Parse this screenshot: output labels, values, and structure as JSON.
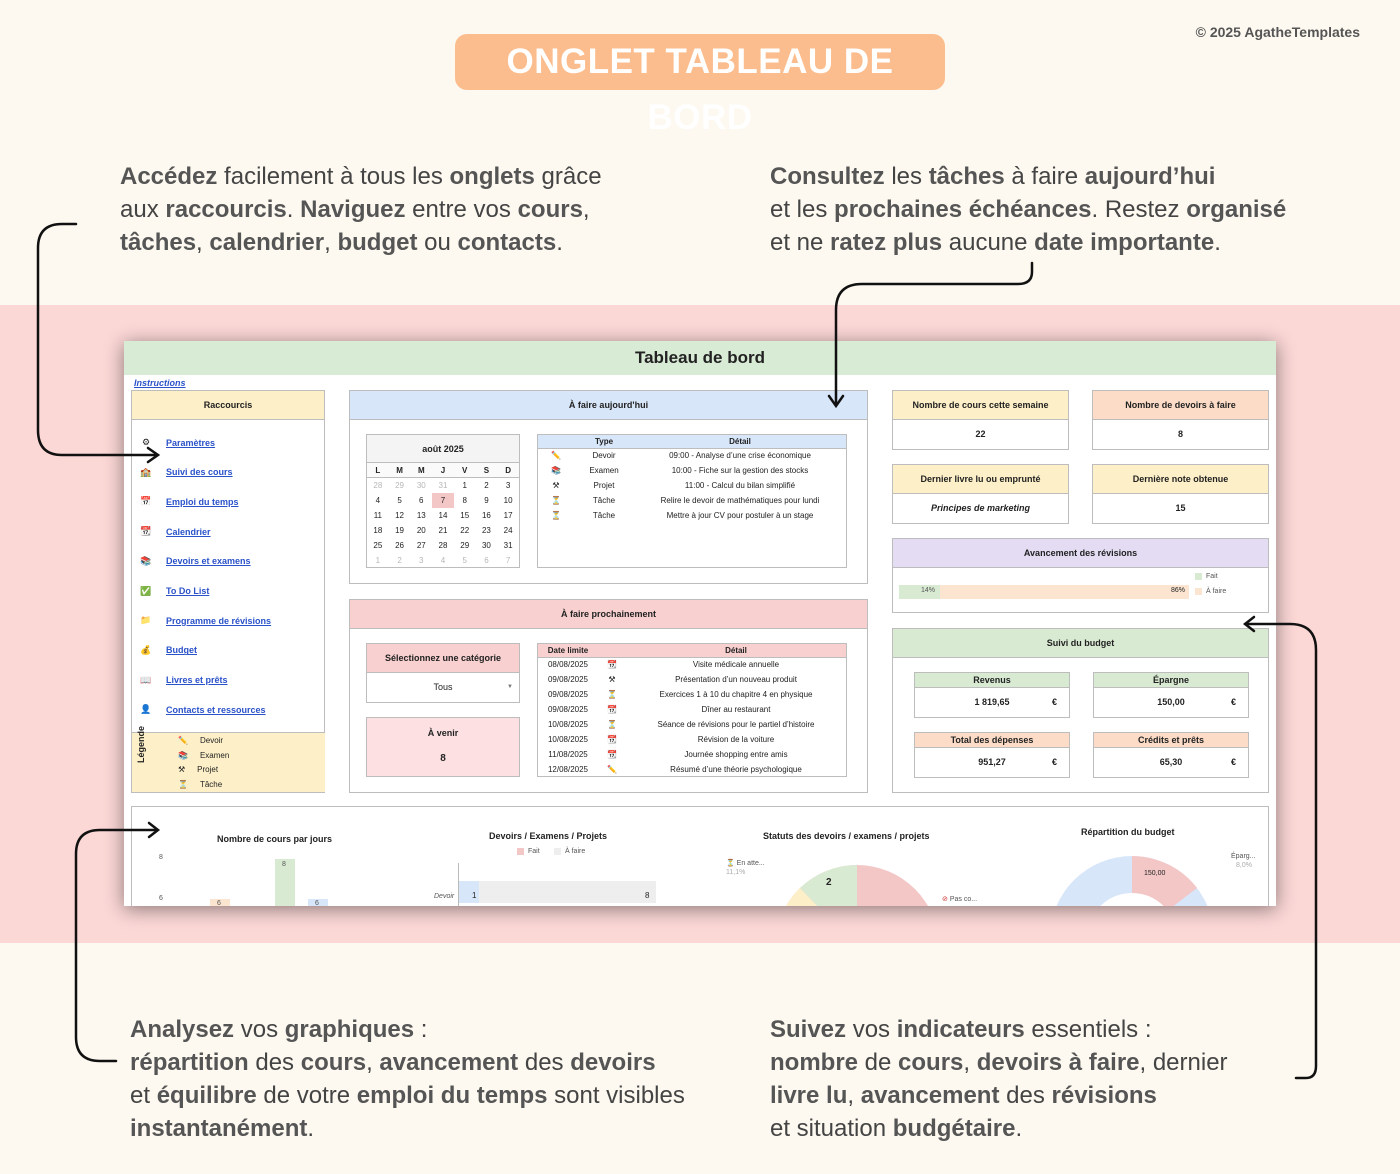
{
  "page": {
    "title": "ONGLET TABLEAU DE BORD",
    "copyright": "© 2025 AgatheTemplates"
  },
  "callouts": {
    "top_left": [
      {
        "t": "Accédez",
        "b": true
      },
      {
        "t": " facilement à tous les ",
        "b": false
      },
      {
        "t": "onglets",
        "b": true
      },
      {
        "t": " grâce",
        "b": false
      },
      {
        "t": "\n",
        "b": false
      },
      {
        "t": "aux ",
        "b": false
      },
      {
        "t": "raccourcis",
        "b": true
      },
      {
        "t": ". ",
        "b": false
      },
      {
        "t": "Naviguez",
        "b": true
      },
      {
        "t": " entre vos ",
        "b": false
      },
      {
        "t": "cours",
        "b": true
      },
      {
        "t": ",",
        "b": false
      },
      {
        "t": "\n",
        "b": false
      },
      {
        "t": "tâches",
        "b": true
      },
      {
        "t": ", ",
        "b": false
      },
      {
        "t": "calendrier",
        "b": true
      },
      {
        "t": ", ",
        "b": false
      },
      {
        "t": "budget",
        "b": true
      },
      {
        "t": " ou ",
        "b": false
      },
      {
        "t": "contacts",
        "b": true
      },
      {
        "t": ".",
        "b": false
      }
    ],
    "top_right": [
      {
        "t": "Consultez",
        "b": true
      },
      {
        "t": " les ",
        "b": false
      },
      {
        "t": "tâches",
        "b": true
      },
      {
        "t": " à faire ",
        "b": false
      },
      {
        "t": "aujourd’hui",
        "b": true
      },
      {
        "t": "\n",
        "b": false
      },
      {
        "t": "et les ",
        "b": false
      },
      {
        "t": "prochaines échéances",
        "b": true
      },
      {
        "t": ". Restez ",
        "b": false
      },
      {
        "t": "organisé",
        "b": true
      },
      {
        "t": "\n",
        "b": false
      },
      {
        "t": "et ne ",
        "b": false
      },
      {
        "t": "ratez plus",
        "b": true
      },
      {
        "t": " aucune ",
        "b": false
      },
      {
        "t": "date importante",
        "b": true
      },
      {
        "t": ".",
        "b": false
      }
    ],
    "bottom_left": [
      {
        "t": "Analysez",
        "b": true
      },
      {
        "t": " vos ",
        "b": false
      },
      {
        "t": "graphiques",
        "b": true
      },
      {
        "t": " :",
        "b": false
      },
      {
        "t": "\n",
        "b": false
      },
      {
        "t": "répartition",
        "b": true
      },
      {
        "t": " des ",
        "b": false
      },
      {
        "t": "cours",
        "b": true
      },
      {
        "t": ", ",
        "b": false
      },
      {
        "t": "avancement",
        "b": true
      },
      {
        "t": " des ",
        "b": false
      },
      {
        "t": "devoirs",
        "b": true
      },
      {
        "t": "\n",
        "b": false
      },
      {
        "t": "et ",
        "b": false
      },
      {
        "t": "équilibre",
        "b": true
      },
      {
        "t": " de votre ",
        "b": false
      },
      {
        "t": "emploi du temps",
        "b": true
      },
      {
        "t": " sont visibles",
        "b": false
      },
      {
        "t": "\n",
        "b": false
      },
      {
        "t": "instantanément",
        "b": true
      },
      {
        "t": ".",
        "b": false
      }
    ],
    "bottom_right": [
      {
        "t": "Suivez",
        "b": true
      },
      {
        "t": " vos ",
        "b": false
      },
      {
        "t": "indicateurs",
        "b": true
      },
      {
        "t": " essentiels :",
        "b": false
      },
      {
        "t": "\n",
        "b": false
      },
      {
        "t": "nombre",
        "b": true
      },
      {
        "t": " de ",
        "b": false
      },
      {
        "t": "cours",
        "b": true
      },
      {
        "t": ", ",
        "b": false
      },
      {
        "t": "devoirs à faire",
        "b": true
      },
      {
        "t": ", dernier",
        "b": false
      },
      {
        "t": "\n",
        "b": false
      },
      {
        "t": "livre lu",
        "b": true
      },
      {
        "t": ", ",
        "b": false
      },
      {
        "t": "avancement",
        "b": true
      },
      {
        "t": " des ",
        "b": false
      },
      {
        "t": "révisions",
        "b": true
      },
      {
        "t": "\n",
        "b": false
      },
      {
        "t": "et situation ",
        "b": false
      },
      {
        "t": "budgétaire",
        "b": true
      },
      {
        "t": ".",
        "b": false
      }
    ]
  },
  "sheet": {
    "title": "Tableau de bord",
    "instructions_link": "Instructions",
    "shortcuts": {
      "title": "Raccourcis",
      "items": [
        {
          "label": "Paramètres",
          "icon": "⚙"
        },
        {
          "label": "Suivi des cours",
          "icon": "🏫"
        },
        {
          "label": "Emploi du temps",
          "icon": "📅"
        },
        {
          "label": "Calendrier",
          "icon": "📆"
        },
        {
          "label": "Devoirs et examens",
          "icon": "📚"
        },
        {
          "label": "To Do List",
          "icon": "✅"
        },
        {
          "label": "Programme de révisions",
          "icon": "📁"
        },
        {
          "label": "Budget",
          "icon": "💰"
        },
        {
          "label": "Livres et prêts",
          "icon": "📖"
        },
        {
          "label": "Contacts et ressources",
          "icon": "👤"
        }
      ]
    },
    "legend": {
      "title": "Légende",
      "items": [
        {
          "icon": "✏️",
          "label": "Devoir"
        },
        {
          "icon": "📚",
          "label": "Examen"
        },
        {
          "icon": "⚒",
          "label": "Projet"
        },
        {
          "icon": "⏳",
          "label": "Tâche"
        }
      ]
    },
    "today": {
      "title": "À faire aujourd'hui",
      "calendar": {
        "month": "août 2025",
        "days": [
          "L",
          "M",
          "M",
          "J",
          "V",
          "S",
          "D"
        ],
        "cells": [
          {
            "d": "28",
            "m": true
          },
          {
            "d": "29",
            "m": true
          },
          {
            "d": "30",
            "m": true
          },
          {
            "d": "31",
            "m": true
          },
          {
            "d": "1"
          },
          {
            "d": "2"
          },
          {
            "d": "3"
          },
          {
            "d": "4"
          },
          {
            "d": "5"
          },
          {
            "d": "6"
          },
          {
            "d": "7",
            "t": true
          },
          {
            "d": "8"
          },
          {
            "d": "9"
          },
          {
            "d": "10"
          },
          {
            "d": "11"
          },
          {
            "d": "12"
          },
          {
            "d": "13"
          },
          {
            "d": "14"
          },
          {
            "d": "15"
          },
          {
            "d": "16"
          },
          {
            "d": "17"
          },
          {
            "d": "18"
          },
          {
            "d": "19"
          },
          {
            "d": "20"
          },
          {
            "d": "21"
          },
          {
            "d": "22"
          },
          {
            "d": "23"
          },
          {
            "d": "24"
          },
          {
            "d": "25"
          },
          {
            "d": "26"
          },
          {
            "d": "27"
          },
          {
            "d": "28"
          },
          {
            "d": "29"
          },
          {
            "d": "30"
          },
          {
            "d": "31"
          },
          {
            "d": "1",
            "m": true
          },
          {
            "d": "2",
            "m": true
          },
          {
            "d": "3",
            "m": true
          },
          {
            "d": "4",
            "m": true
          },
          {
            "d": "5",
            "m": true
          },
          {
            "d": "6",
            "m": true
          },
          {
            "d": "7",
            "m": true
          }
        ]
      },
      "table": {
        "headers": [
          "Type",
          "Détail"
        ],
        "rows": [
          {
            "icon": "✏️",
            "type": "Devoir",
            "detail": "09:00 - Analyse d’une crise économique"
          },
          {
            "icon": "📚",
            "type": "Examen",
            "detail": "10:00 - Fiche sur la gestion des stocks"
          },
          {
            "icon": "⚒",
            "type": "Projet",
            "detail": "11:00 - Calcul du bilan simplifié"
          },
          {
            "icon": "⏳",
            "type": "Tâche",
            "detail": "Relire le devoir de mathématiques pour lundi"
          },
          {
            "icon": "⏳",
            "type": "Tâche",
            "detail": "Mettre à jour CV pour postuler à un stage"
          }
        ]
      }
    },
    "upcoming": {
      "title": "À faire prochainement",
      "select_label": "Sélectionnez une catégorie",
      "select_value": "Tous",
      "coming_label": "À venir",
      "coming_value": "8",
      "headers": [
        "Date limite",
        "Détail"
      ],
      "rows": [
        {
          "date": "08/08/2025",
          "icon": "📆",
          "detail": "Visite médicale annuelle"
        },
        {
          "date": "09/08/2025",
          "icon": "⚒",
          "detail": "Présentation d’un nouveau produit"
        },
        {
          "date": "09/08/2025",
          "icon": "⏳",
          "detail": "Exercices 1 à 10 du chapitre 4 en physique"
        },
        {
          "date": "09/08/2025",
          "icon": "📆",
          "detail": "Dîner au restaurant"
        },
        {
          "date": "10/08/2025",
          "icon": "⏳",
          "detail": "Séance de révisions pour le partiel d’histoire"
        },
        {
          "date": "10/08/2025",
          "icon": "📆",
          "detail": "Révision de la voiture"
        },
        {
          "date": "11/08/2025",
          "icon": "📆",
          "detail": "Journée shopping entre amis"
        },
        {
          "date": "12/08/2025",
          "icon": "✏️",
          "detail": "Résumé d’une théorie psychologique"
        }
      ]
    },
    "stats": {
      "courses_label": "Nombre de cours cette semaine",
      "courses_value": "22",
      "homework_label": "Nombre de devoirs à faire",
      "homework_value": "8",
      "book_label": "Dernier livre lu ou emprunté",
      "book_value": "Principes de marketing",
      "grade_label": "Dernière note obtenue",
      "grade_value": "15"
    },
    "revisions": {
      "title": "Avancement des révisions",
      "done_pct": 14,
      "done_label": "14%",
      "todo_label": "86%",
      "legend_done": "Fait",
      "legend_todo": "À faire"
    },
    "budget": {
      "title": "Suivi du budget",
      "currency": "€",
      "income_label": "Revenus",
      "income_value": "1 819,65",
      "savings_label": "Épargne",
      "savings_value": "150,00",
      "expenses_label": "Total des dépenses",
      "expenses_value": "951,27",
      "loans_label": "Crédits et prêts",
      "loans_value": "65,30"
    },
    "charts": {
      "courses_per_day_title": "Nombre de cours par jours",
      "homework_title": "Devoirs / Examens / Projets",
      "homework_legend_done": "Fait",
      "homework_legend_todo": "À faire",
      "homework_row_label": "Devoir",
      "homework_done_value": "1",
      "homework_todo_value": "8",
      "status_title": "Statuts des devoirs / examens / projets",
      "status_label_waiting": "En atte...",
      "status_waiting_pct": "11,1%",
      "status_value": "2",
      "status_label_not": "Pas co...",
      "budget_title": "Répartition du budget",
      "budget_savings_label": "Éparg...",
      "budget_savings_pct": "8,0%",
      "budget_savings_value": "150,00"
    }
  },
  "colors": {
    "accent_orange": "#fbbd8e",
    "band_pink": "#fbd7d6",
    "header_green": "#d8ecd5",
    "header_yellow": "#fdf0c8",
    "header_blue": "#d7e6f9",
    "header_pink": "#f7d0cf",
    "header_purple": "#e3dcf3",
    "link_blue": "#2a52c9"
  }
}
